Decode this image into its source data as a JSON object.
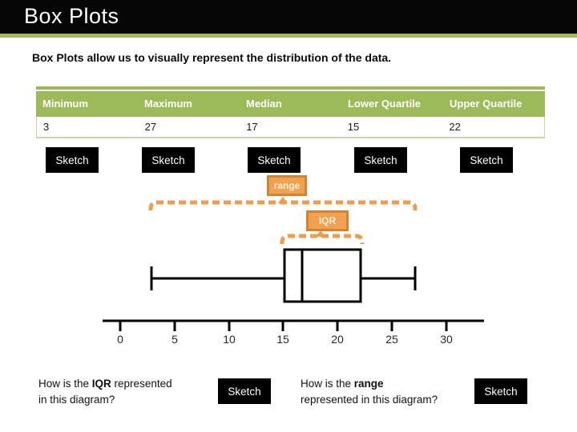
{
  "title_bar": {
    "title": "Box Plots"
  },
  "intro": {
    "text": "Box Plots allow us to visually represent the distribution of the data."
  },
  "stats_table": {
    "headers": [
      "Minimum",
      "Maximum",
      "Median",
      "Lower Quartile",
      "Upper Quartile"
    ],
    "row": [
      "3",
      "27",
      "17",
      "15",
      "22"
    ]
  },
  "labels": {
    "sketch": "Sketch",
    "range": "range",
    "iqr": "IQR"
  },
  "axis_ticks": [
    "0",
    "5",
    "10",
    "15",
    "20",
    "25",
    "30"
  ],
  "questions": {
    "left": {
      "line1_prefix": "How is the ",
      "bold": "IQR",
      "line1_suffix": " represented",
      "line2": "in this diagram?"
    },
    "right": {
      "line1_prefix": "How is the ",
      "bold": "range",
      "line1_suffix": "",
      "line2": "represented in this diagram?"
    }
  },
  "colors": {
    "accent_green": "#9BBB59",
    "orange_fill": "#F0A252",
    "orange_border": "#D9822B",
    "orange_dash": "#ED9D4E",
    "button_bg": "#000000"
  },
  "chart_data": {
    "type": "boxplot",
    "orientation": "horizontal",
    "stats": {
      "minimum": 3,
      "lower_quartile": 15,
      "median": 17,
      "upper_quartile": 22,
      "maximum": 27
    },
    "annotations": [
      "range",
      "IQR"
    ],
    "xlim": [
      0,
      30
    ],
    "xticks": [
      0,
      5,
      10,
      15,
      20,
      25,
      30
    ],
    "grid": false,
    "legend": false
  }
}
